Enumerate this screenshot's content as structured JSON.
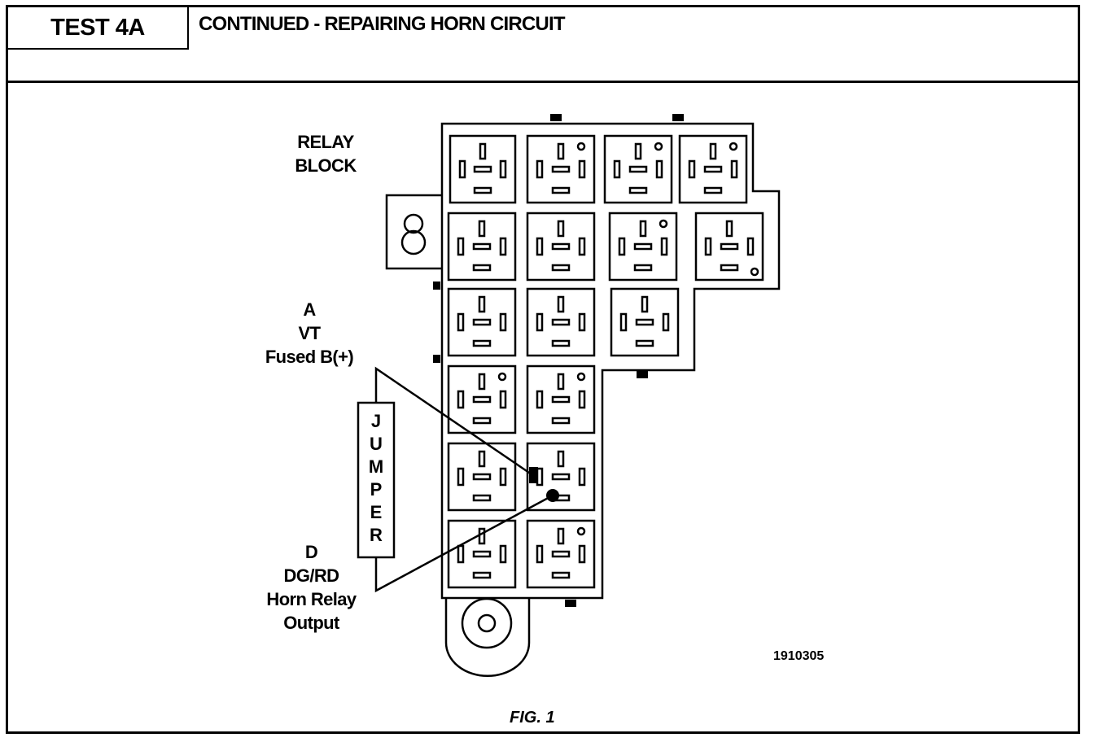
{
  "header": {
    "test_label": "TEST 4A",
    "title": "CONTINUED -  REPAIRING HORN CIRCUIT"
  },
  "diagram": {
    "relay_block_label": [
      "RELAY",
      "BLOCK"
    ],
    "jumper_letters": [
      "J",
      "U",
      "M",
      "P",
      "E",
      "R"
    ],
    "terminal_a": [
      "A",
      "VT",
      "Fused B(+)"
    ],
    "terminal_d": [
      "D",
      "DG/RD",
      "Horn Relay",
      "Output"
    ],
    "figure_code": "1910305",
    "caption": "FIG. 1"
  }
}
